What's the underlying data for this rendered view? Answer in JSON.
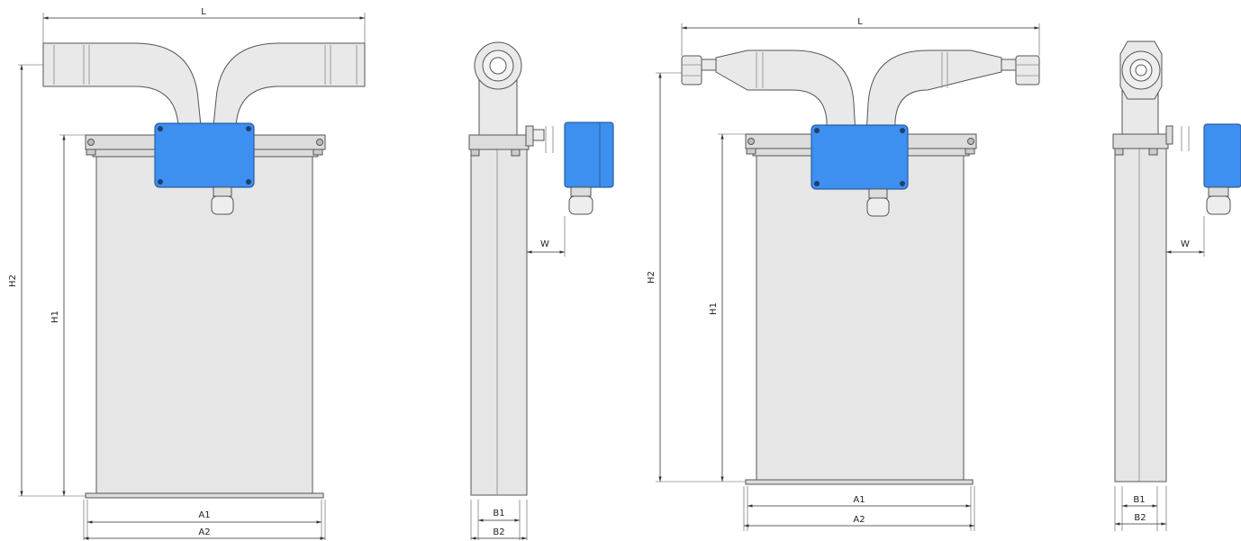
{
  "colors": {
    "housing": "#e6e6e6",
    "outline": "#555555",
    "junction_box": "#3d8ff0",
    "dimension_line": "#333333",
    "background": "#ffffff"
  },
  "labels": {
    "length": "L",
    "height_overall": "H2",
    "height_body": "H1",
    "width_body_inner": "A1",
    "width_base_outer": "A2",
    "depth_inner": "B1",
    "depth_outer": "B2",
    "box_offset": "W"
  },
  "views": [
    {
      "name": "front-view-plain-ends",
      "dims": [
        "L",
        "H2",
        "H1",
        "A1",
        "A2"
      ]
    },
    {
      "name": "side-view-plain-ends",
      "dims": [
        "W",
        "B1",
        "B2"
      ]
    },
    {
      "name": "front-view-threaded-ends",
      "dims": [
        "L",
        "H2",
        "H1",
        "A1",
        "A2"
      ]
    },
    {
      "name": "side-view-threaded-ends",
      "dims": [
        "W",
        "B1",
        "B2"
      ]
    }
  ]
}
